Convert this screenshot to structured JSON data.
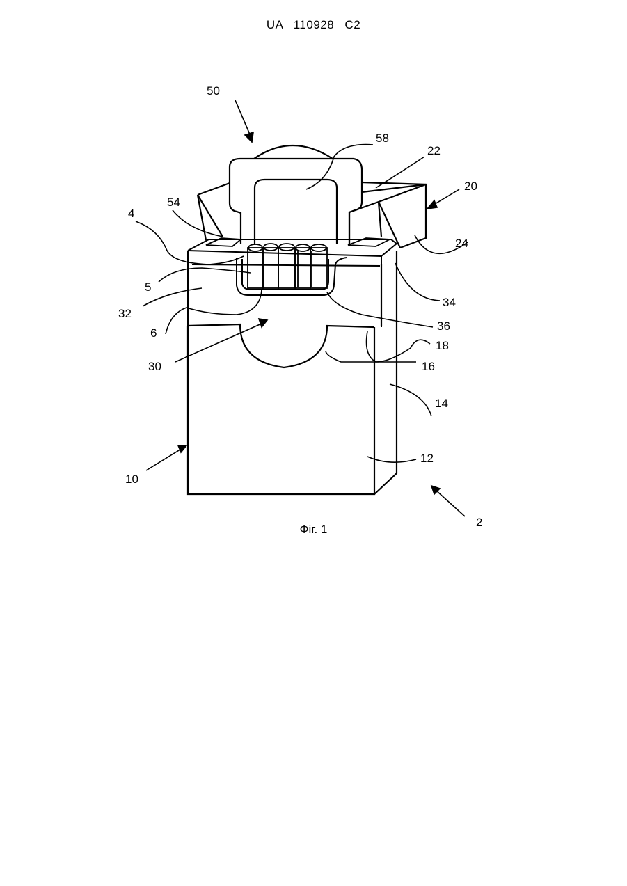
{
  "document": {
    "header": "UA 110928 C2",
    "figure_caption": "Фіг. 1",
    "reference_labels": {
      "r50": "50",
      "r58": "58",
      "r22": "22",
      "r20": "20",
      "r54": "54",
      "r4": "4",
      "r24": "24",
      "r5": "5",
      "r32": "32",
      "r34": "34",
      "r6": "6",
      "r36": "36",
      "r18": "18",
      "r30": "30",
      "r16": "16",
      "r14": "14",
      "r12": "12",
      "r10": "10",
      "r2": "2"
    }
  }
}
